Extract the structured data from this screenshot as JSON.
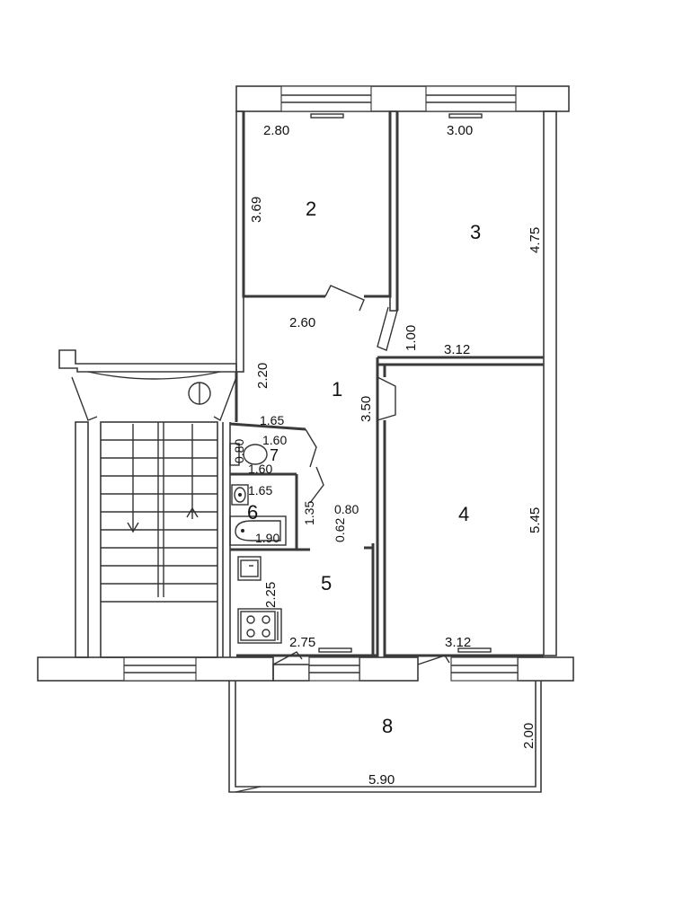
{
  "rooms": {
    "r1": "1",
    "r2": "2",
    "r3": "3",
    "r4": "4",
    "r5": "5",
    "r6": "6",
    "r7": "7",
    "r8": "8"
  },
  "dimensions": {
    "room2_width": "2.80",
    "room2_height": "3.69",
    "room3_width": "3.00",
    "room3_height": "4.75",
    "room3_bottom": "3.12",
    "hall_width": "2.60",
    "hall_height": "2.20",
    "hall_depth": "3.50",
    "door_width": "1.00",
    "wc_width": "1.65",
    "wc_inner": "1.60",
    "wc_depth": "0.80",
    "wc_bottom": "1.60",
    "bath_top": "1.65",
    "bath_width": "1.90",
    "bath_side": "1.35",
    "corridor_width": "0.80",
    "corridor_depth": "0.62",
    "kitchen_height": "2.25",
    "kitchen_width": "2.75",
    "room4_height": "5.45",
    "room4_width": "3.12",
    "balcony_width": "5.90",
    "balcony_depth": "2.00"
  }
}
